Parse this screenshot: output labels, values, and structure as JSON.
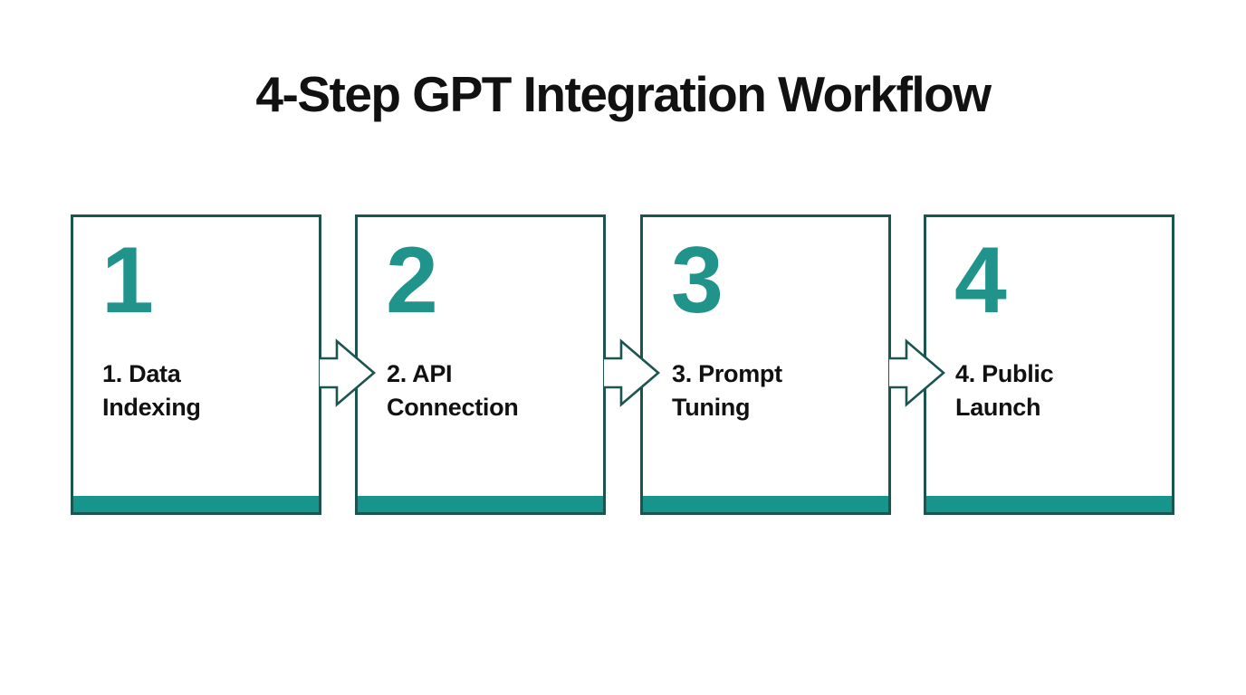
{
  "title": "4-Step GPT Integration Workflow",
  "colors": {
    "teal": "#20948A",
    "teal_dark": "#1C5450",
    "bar": "#17948B",
    "text": "#111111",
    "background": "#FFFFFF"
  },
  "steps": [
    {
      "number": "1",
      "label_line1": "1. Data",
      "label_line2": "Indexing"
    },
    {
      "number": "2",
      "label_line1": "2. API",
      "label_line2": "Connection"
    },
    {
      "number": "3",
      "label_line1": "3. Prompt",
      "label_line2": "Tuning"
    },
    {
      "number": "4",
      "label_line1": "4. Public",
      "label_line2": "Launch"
    }
  ],
  "connector_icon": "right-arrow"
}
